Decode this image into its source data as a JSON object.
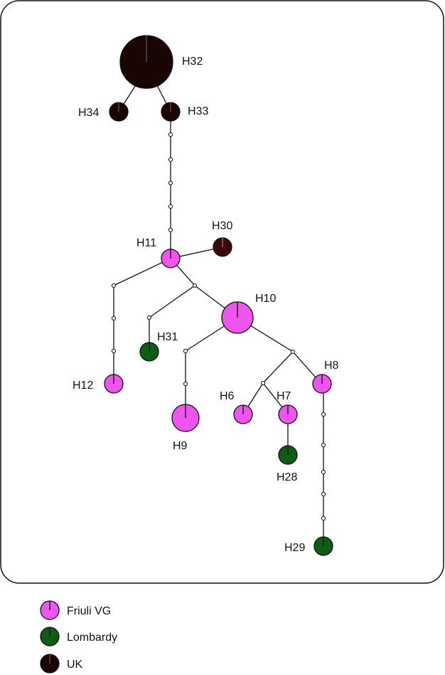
{
  "colors": {
    "friuli": "#ee55ee",
    "lombardy": "#0f5c14",
    "uk": "#1a0505",
    "uk_h30": "#3a0808",
    "edge": "#111111",
    "frame": "#111111"
  },
  "haplotypes": {
    "H32": {
      "label": "H32",
      "region": "UK",
      "size": "large"
    },
    "H34": {
      "label": "H34",
      "region": "UK",
      "size": "small"
    },
    "H33": {
      "label": "H33",
      "region": "UK",
      "size": "small"
    },
    "H30": {
      "label": "H30",
      "region": "UK",
      "size": "small"
    },
    "H11": {
      "label": "H11",
      "region": "Friuli VG",
      "size": "small"
    },
    "H10": {
      "label": "H10",
      "region": "Friuli VG",
      "size": "medium"
    },
    "H31": {
      "label": "H31",
      "region": "Lombardy",
      "size": "small"
    },
    "H12": {
      "label": "H12",
      "region": "Friuli VG",
      "size": "small"
    },
    "H9": {
      "label": "H9",
      "region": "Friuli VG",
      "size": "medium"
    },
    "H6": {
      "label": "H6",
      "region": "Friuli VG",
      "size": "small"
    },
    "H7": {
      "label": "H7",
      "region": "Friuli VG",
      "size": "small"
    },
    "H8": {
      "label": "H8",
      "region": "Friuli VG",
      "size": "small"
    },
    "H28": {
      "label": "H28",
      "region": "Lombardy",
      "size": "small"
    },
    "H29": {
      "label": "H29",
      "region": "Lombardy",
      "size": "small"
    }
  },
  "legend": [
    {
      "label": "Friuli VG",
      "color": "#ee55ee"
    },
    {
      "label": "Lombardy",
      "color": "#0f5c14"
    },
    {
      "label": "UK",
      "color": "#1a0505"
    }
  ]
}
